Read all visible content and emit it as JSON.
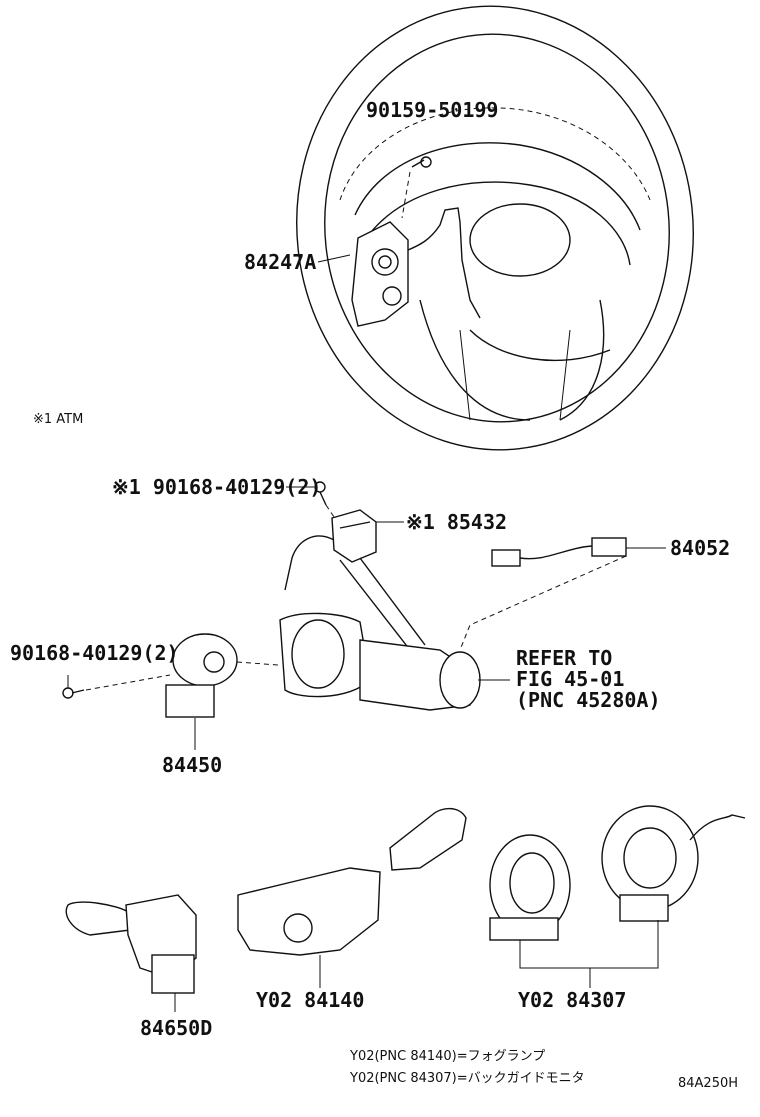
{
  "labels": {
    "bolt_top": "90159-50199",
    "steering_switch": "84247A",
    "note_atm": "※1 ATM",
    "screw_top": "※1 90168-40129(2)",
    "sensor": "※1 85432",
    "wire": "84052",
    "screw_left": "90168-40129(2)",
    "ref_line1": "REFER TO",
    "ref_line2": "FIG 45-01",
    "ref_line3": "(PNC 45280A)",
    "ignition_switch": "84450",
    "wiper_switch": "84650D",
    "headlamp_switch": "Y02 84140",
    "spiral_cable": "Y02 84307",
    "footnote_1": "Y02(PNC 84140)=フォグランプ",
    "footnote_2": "Y02(PNC 84307)=バックガイドモニタ",
    "figure_code": "84A250H"
  }
}
